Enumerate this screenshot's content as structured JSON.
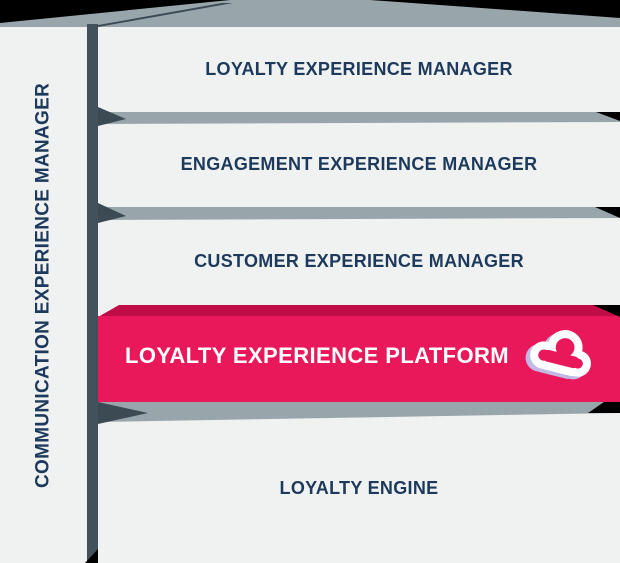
{
  "diagram": {
    "sidebar": {
      "label": "COMMUNICATION EXPERIENCE MANAGER"
    },
    "layers": [
      {
        "label": "LOYALTY EXPERIENCE MANAGER",
        "highlighted": false
      },
      {
        "label": "ENGAGEMENT EXPERIENCE MANAGER",
        "highlighted": false
      },
      {
        "label": "CUSTOMER EXPERIENCE MANAGER",
        "highlighted": false
      },
      {
        "label": "LOYALTY EXPERIENCE PLATFORM",
        "highlighted": true,
        "icon": "cloud-icon"
      },
      {
        "label": "LOYALTY ENGINE",
        "highlighted": false
      }
    ],
    "colors": {
      "highlight_pink": "#e8185a",
      "highlight_pink_dark": "#c00d48",
      "panel_gray": "#f0f1f1",
      "shelf_gray": "#98a6ac",
      "spine_slate": "#42515b",
      "spine_slate_dark": "#3b4a53",
      "text_navy": "#1d3a5c",
      "highlight_text": "#ffffff",
      "cloud_depth_lavender": "#c2bae4"
    }
  }
}
